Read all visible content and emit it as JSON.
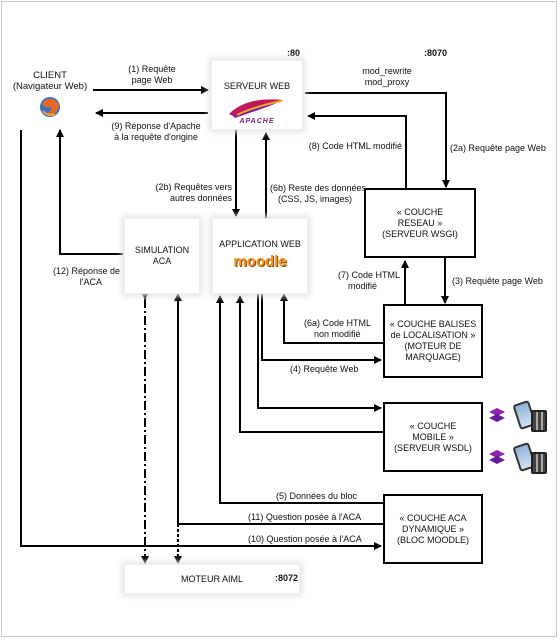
{
  "ports": {
    "p80": ":80",
    "p8070": ":8070",
    "p8072": ":8072"
  },
  "client": {
    "line1": "CLIENT",
    "line2": "(Navigateur Web)",
    "icon": "firefox-icon"
  },
  "nodes": {
    "serveur_web": {
      "label": "SERVEUR WEB",
      "logo": "APACHE"
    },
    "couche_reseau": {
      "line1": "« COUCHE",
      "line2": "RESEAU »",
      "line3": "(SERVEUR WSGI)"
    },
    "simulation": {
      "line1": "SIMULATION",
      "line2": "ACA"
    },
    "application": {
      "label": "APPLICATION WEB",
      "logo": "moodle"
    },
    "balises": {
      "line1": "« COUCHE BALISES",
      "line2": "de LOCALISATION »",
      "line3": "(MOTEUR DE",
      "line4": "MARQUAGE)"
    },
    "mobile": {
      "line1": "« COUCHE",
      "line2": "MOBILE »",
      "line3": "(SERVEUR WSDL)"
    },
    "aca_dyn": {
      "line1": "« COUCHE ACA",
      "line2": "DYNAMIQUE »",
      "line3": "(BLOC MOODLE)"
    },
    "aiml": {
      "label": "MOTEUR AIML"
    }
  },
  "labels": {
    "l1a": "(1) Requête",
    "l1b": "page Web",
    "l9a": "(9) Réponse d'Apache",
    "l9b": "à la requête d'origine",
    "mod_rewrite": "mod_rewrite",
    "mod_proxy": "mod_proxy",
    "l8": "(8) Code HTML modifié",
    "l2a": "(2a) Requête page Web",
    "l2b_a": "(2b) Requêtes vers",
    "l2b_b": "autres données",
    "l6b_a": "(6b) Reste des données",
    "l6b_b": "(CSS, JS, images)",
    "l12a": "(12) Réponse de",
    "l12b": "l'ACA",
    "l7a": "(7) Code HTML",
    "l7b": "modifié",
    "l3": "(3) Requête page Web",
    "l6a_a": "(6a) Code HTML",
    "l6a_b": "non modifié",
    "l4": "(4) Requête Web",
    "l5": "(5) Données du bloc",
    "l11": "(11) Question posée à l'ACA",
    "l10": "(10) Question posée à l'ACA"
  }
}
